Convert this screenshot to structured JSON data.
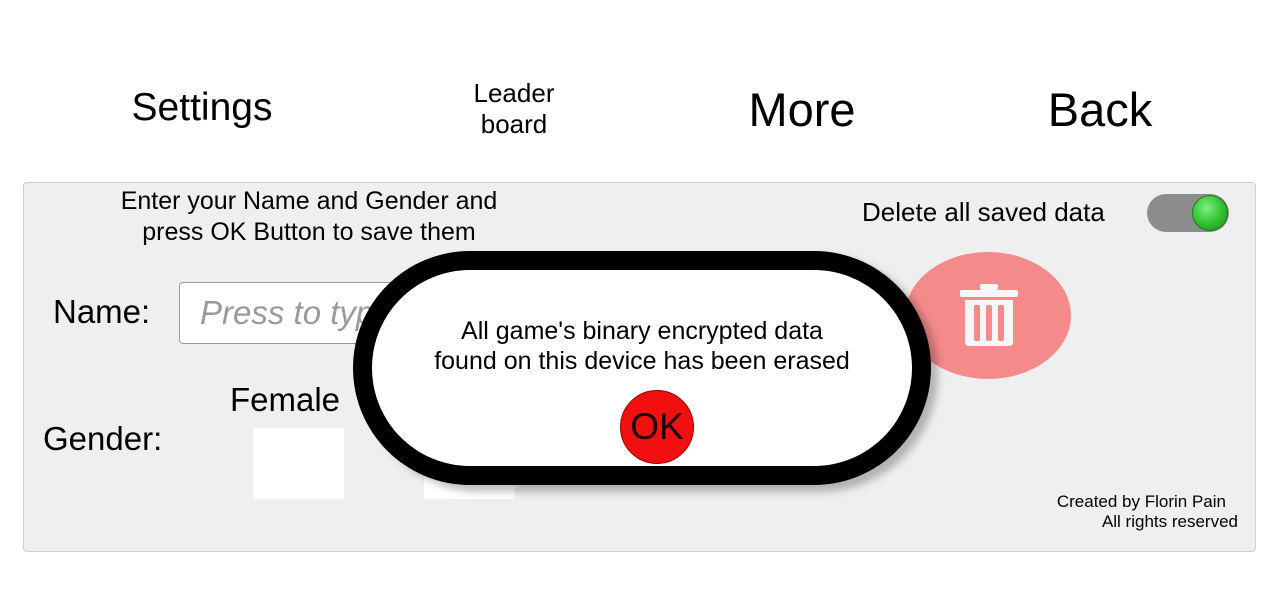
{
  "nav": {
    "settings": "Settings",
    "leaderboard_line1": "Leader",
    "leaderboard_line2": "board",
    "more": "More",
    "back": "Back"
  },
  "form": {
    "instructions_line1": "Enter your Name and Gender and",
    "instructions_line2": "press OK Button to save them",
    "name_label": "Name:",
    "name_placeholder": "Press to type",
    "name_value": "",
    "gender_label": "Gender:",
    "female_label": "Female"
  },
  "delete": {
    "label": "Delete all saved data",
    "toggle_on": true,
    "icon": "trash-icon"
  },
  "credits": {
    "line1": "Created by Florin Pain",
    "line2": "All rights reserved"
  },
  "dialog": {
    "message_line1": "All game's binary encrypted data",
    "message_line2": "found on this device has been erased",
    "ok_label": "OK"
  },
  "colors": {
    "panel_bg": "#efefef",
    "trash_button": "#f48a8a",
    "ok_button": "#f01010",
    "toggle_knob": "#2fbf2f",
    "toggle_track": "#8d8d8d"
  }
}
